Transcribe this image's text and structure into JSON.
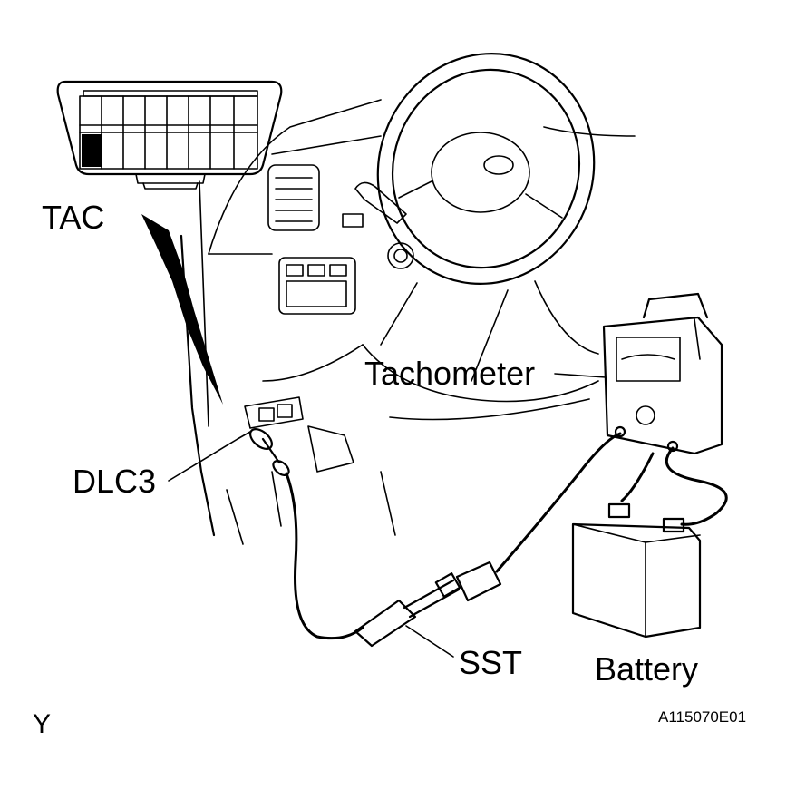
{
  "labels": {
    "tac": "TAC",
    "tachometer": "Tachometer",
    "dlc3": "DLC3",
    "sst": "SST",
    "battery": "Battery",
    "view_mark": "Y",
    "figure_code": "A115070E01"
  }
}
